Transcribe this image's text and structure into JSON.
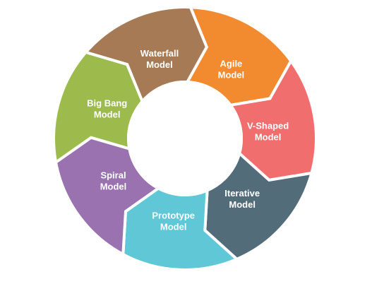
{
  "diagram": {
    "type": "cycle",
    "segments": [
      {
        "id": "waterfall",
        "lines": [
          "Waterfall",
          "Model"
        ],
        "color": "#a57a55"
      },
      {
        "id": "agile",
        "lines": [
          "Agile",
          "Model"
        ],
        "color": "#f28a30"
      },
      {
        "id": "v-shaped",
        "lines": [
          "V-Shaped",
          "Model"
        ],
        "color": "#f06e6e"
      },
      {
        "id": "iterative",
        "lines": [
          "Iterative",
          "Model"
        ],
        "color": "#536c79"
      },
      {
        "id": "prototype",
        "lines": [
          "Prototype",
          "Model"
        ],
        "color": "#5fc7d6"
      },
      {
        "id": "spiral",
        "lines": [
          "Spiral",
          "Model"
        ],
        "color": "#9a72b0"
      },
      {
        "id": "big-bang",
        "lines": [
          "Big Bang",
          "Model"
        ],
        "color": "#9dbb4d"
      }
    ]
  }
}
